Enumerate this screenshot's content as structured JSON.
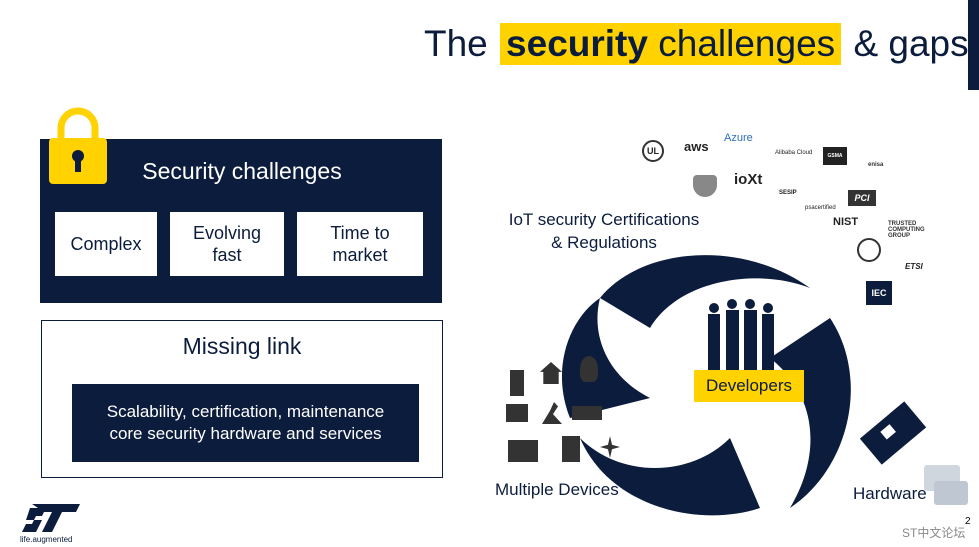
{
  "title": {
    "pre": "The",
    "bold": "security",
    "mid": "challenges",
    "post": "& gaps"
  },
  "security_challenges": {
    "heading": "Security challenges",
    "items": [
      [
        "Complex"
      ],
      [
        "Evolving",
        "fast"
      ],
      [
        "Time to",
        "market"
      ]
    ]
  },
  "missing_link": {
    "heading": "Missing link",
    "body": [
      "Scalability, certification, maintenance",
      "core security hardware and services"
    ]
  },
  "logo": {
    "tagline": "life.augmented"
  },
  "diagram": {
    "iot_label": [
      "IoT security Certifications",
      "& Regulations"
    ],
    "developers": "Developers",
    "devices": "Multiple Devices",
    "hardware": "Hardware"
  },
  "badges": {
    "aws": "aws",
    "azure": "Azure",
    "alibaba": "Alibaba Cloud",
    "gsma": "GSMA",
    "enisa": "enisa",
    "ioxt": "ioXt",
    "sesip": "SESIP",
    "psa": "psacertified",
    "pci": "PCI",
    "nist": "NIST",
    "tcg": "TRUSTED COMPUTING GROUP",
    "etsi": "ETSI",
    "iec": "IEC",
    "ul": "UL"
  },
  "footer": {
    "watermark": "ST中文论坛",
    "page": "2"
  },
  "colors": {
    "navy": "#0c1c3c",
    "yellow": "#ffd200"
  }
}
